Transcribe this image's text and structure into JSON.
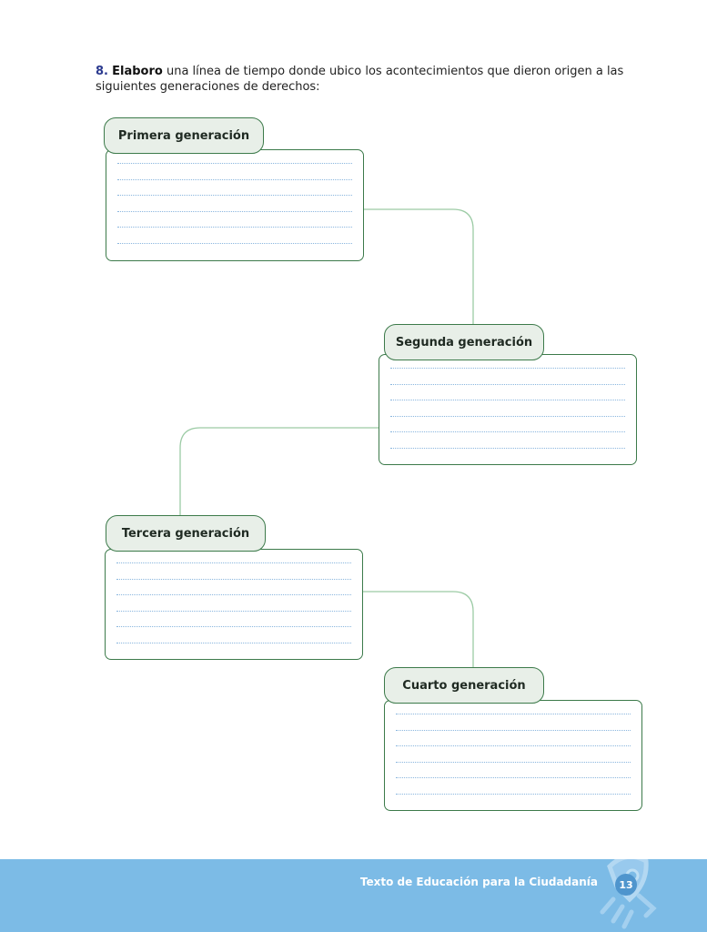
{
  "instruction": {
    "number": "8.",
    "verb": "Elaboro",
    "text": " una línea de tiempo donde ubico los acontecimientos que dieron origen a las siguientes generaciones de derechos:"
  },
  "generations": [
    {
      "label": "Primera generación"
    },
    {
      "label": "Segunda generación"
    },
    {
      "label": "Tercera generación"
    },
    {
      "label": "Cuarto generación"
    }
  ],
  "footer": {
    "title": "Texto de Educación para la Ciudadanía",
    "page": "13"
  },
  "icons": [
    "rocket-icon"
  ]
}
